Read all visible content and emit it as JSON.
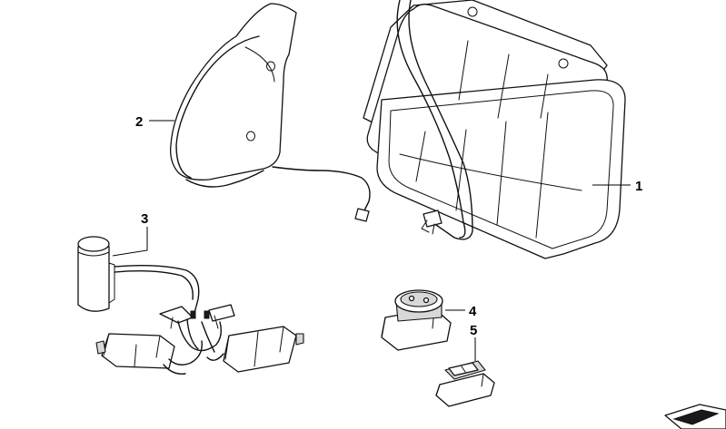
{
  "callouts": [
    {
      "id": "1",
      "label": "1"
    },
    {
      "id": "2",
      "label": "2"
    },
    {
      "id": "3",
      "label": "3"
    },
    {
      "id": "4",
      "label": "4"
    },
    {
      "id": "5",
      "label": "5"
    }
  ],
  "colors": {
    "line": "#111111",
    "background": "#ffffff",
    "shade": "#d8d8d8"
  }
}
